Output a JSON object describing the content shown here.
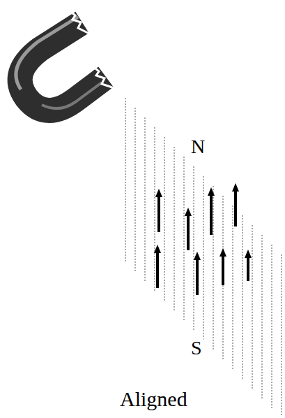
{
  "diagram": {
    "caption": "Aligned",
    "labels": [
      "N",
      "S"
    ]
  }
}
